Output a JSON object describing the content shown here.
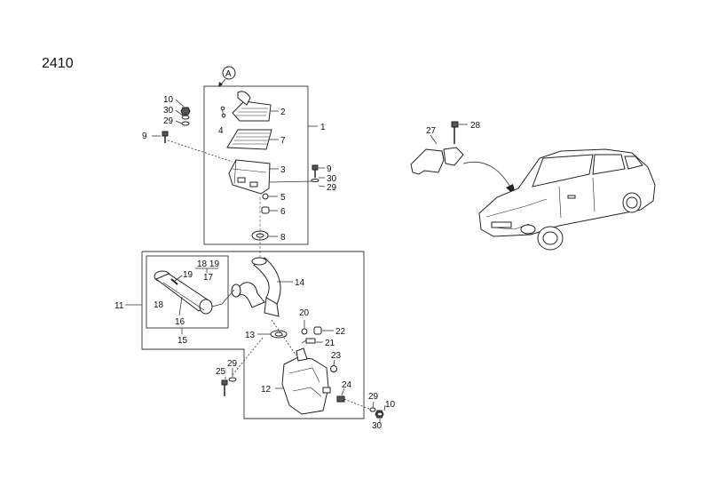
{
  "page_code": "2410",
  "ref_mark": "A",
  "callouts": {
    "c1": "1",
    "c2": "2",
    "c3": "3",
    "c4": "4",
    "c5": "5",
    "c6": "6",
    "c7": "7",
    "c8": "8",
    "c9a": "9",
    "c9b": "9",
    "c10a": "10",
    "c10b": "10",
    "c11": "11",
    "c12": "12",
    "c13": "13",
    "c14": "14",
    "c15": "15",
    "c16": "16",
    "c17": "17",
    "c18": "18",
    "c18_19": "18 19",
    "c19": "19",
    "c20": "20",
    "c21": "21",
    "c22": "22",
    "c23": "23",
    "c24": "24",
    "c25": "25",
    "c27": "27",
    "c28": "28",
    "c29a": "29",
    "c29b": "29",
    "c29c": "29",
    "c29d": "29",
    "c30a": "30",
    "c30b": "30",
    "c30c": "30"
  }
}
